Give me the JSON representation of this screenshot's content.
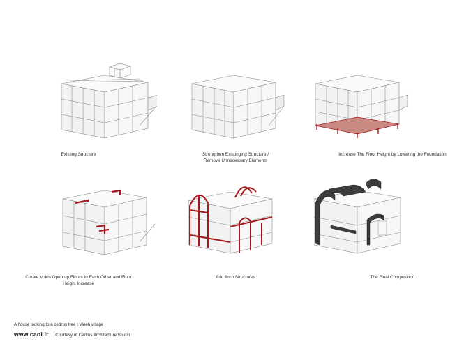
{
  "panels": [
    {
      "caption": [
        "Existing Structure"
      ]
    },
    {
      "caption": [
        "Strengthen Existinging  Structure /",
        "Remove Unnecessary Elements"
      ]
    },
    {
      "caption": [
        "Increase The Floor Height by Lowering the Foundation"
      ]
    },
    {
      "caption": [
        "Create Voids Open up Floors to Each Other and Floor",
        "Height Increase"
      ]
    },
    {
      "caption": [
        "Add Arch Structures"
      ]
    },
    {
      "caption": [
        "The Final Composition"
      ]
    }
  ],
  "footer": {
    "line1": "A house  looking to a cedrus tree  |  Vineh village",
    "site": "www.caoi.ir",
    "separator": "|",
    "credit": "Courtesy of Cedrus Architecture Studio"
  },
  "colors": {
    "highlight": "#a3191c",
    "line": "#8a8a8a",
    "fill": "#ececec",
    "roof": "#3c3c3c"
  }
}
